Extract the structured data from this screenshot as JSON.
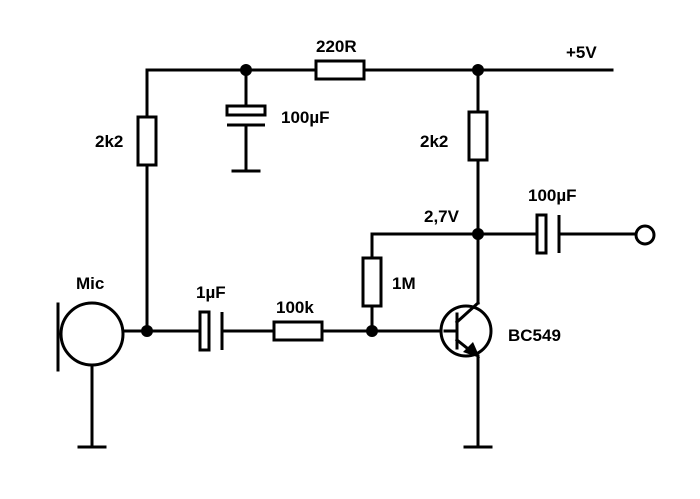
{
  "labels": {
    "supply": "+5V",
    "r_series": "220R",
    "c_filter": "100µF",
    "r_mic_bias": "2k2",
    "r_collector": "2k2",
    "collector_voltage": "2,7V",
    "c_output": "100µF",
    "mic": "Mic",
    "c_input": "1µF",
    "r_input": "100k",
    "r_feedback": "1M",
    "transistor": "BC549"
  }
}
